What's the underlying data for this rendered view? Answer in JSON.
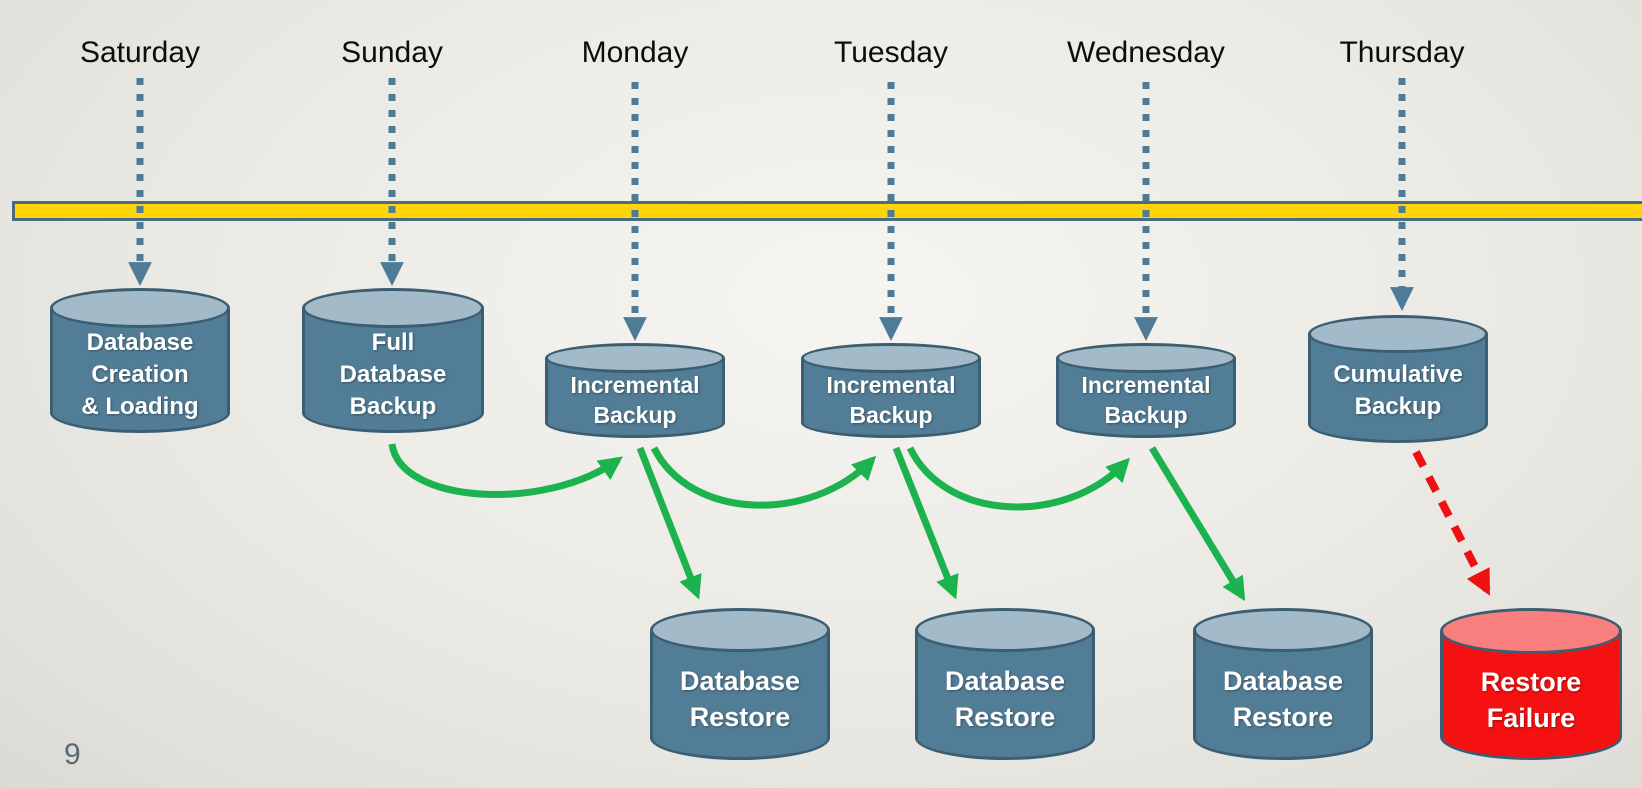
{
  "slide": {
    "page_number": "9"
  },
  "days": [
    {
      "label": "Saturday"
    },
    {
      "label": "Sunday"
    },
    {
      "label": "Monday"
    },
    {
      "label": "Tuesday"
    },
    {
      "label": "Wednesday"
    },
    {
      "label": "Thursday"
    }
  ],
  "cylinders": [
    {
      "id": "database-creation-loading",
      "lines": [
        "Database",
        "Creation",
        "& Loading"
      ]
    },
    {
      "id": "full-database-backup",
      "lines": [
        "Full",
        "Database",
        "Backup"
      ]
    },
    {
      "id": "incremental-backup-monday",
      "lines": [
        "Incremental",
        "Backup"
      ]
    },
    {
      "id": "incremental-backup-tuesday",
      "lines": [
        "Incremental",
        "Backup"
      ]
    },
    {
      "id": "incremental-backup-wednesday",
      "lines": [
        "Incremental",
        "Backup"
      ]
    },
    {
      "id": "cumulative-backup",
      "lines": [
        "Cumulative",
        "Backup"
      ]
    },
    {
      "id": "database-restore-monday",
      "lines": [
        "Database",
        "Restore"
      ]
    },
    {
      "id": "database-restore-tuesday",
      "lines": [
        "Database",
        "Restore"
      ]
    },
    {
      "id": "database-restore-wednesday",
      "lines": [
        "Database",
        "Restore"
      ]
    },
    {
      "id": "restore-failure",
      "lines": [
        "Restore",
        "Failure"
      ]
    }
  ],
  "colors": {
    "timeline_fill": "#FFD409",
    "timeline_border": "#4A6B80",
    "cylinder_body": "#527D96",
    "cylinder_top": "#A3BBC9",
    "cylinder_border": "#3C5E72",
    "failure_body": "#F51111",
    "failure_top": "#F97E7E",
    "day_arrow": "#4E7B96",
    "restore_arrow": "#1CB24E",
    "failure_arrow": "#EE1111",
    "page_number": "#5B6A72"
  }
}
